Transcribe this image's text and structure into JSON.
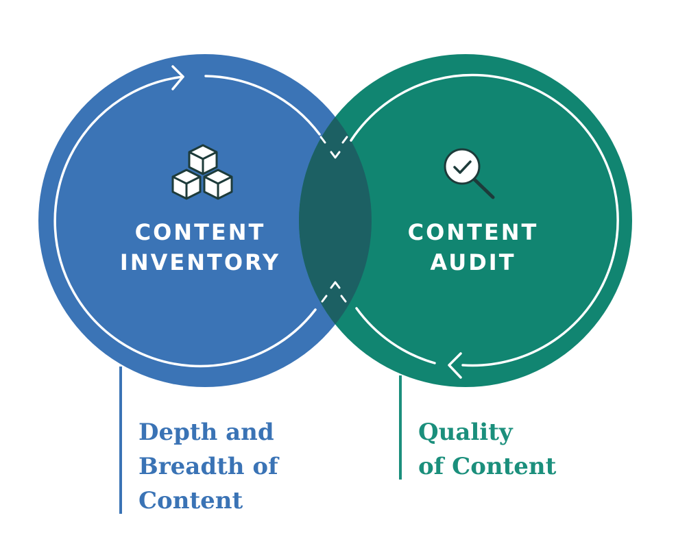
{
  "colors": {
    "inventory": "#3b74b6",
    "audit": "#118571",
    "overlap": "#1c6063",
    "caption_blue": "#3a73b5",
    "caption_green": "#1b8f7c",
    "ring": "#ffffff",
    "icon_stroke": "#1d3b3a"
  },
  "inventory": {
    "title_lines": [
      "CONTENT",
      "INVENTORY"
    ],
    "icon": "cubes-icon",
    "caption_lines": [
      "Depth and",
      "Breadth of",
      "Content"
    ]
  },
  "audit": {
    "title_lines": [
      "CONTENT",
      "AUDIT"
    ],
    "icon": "magnifier-check-icon",
    "caption_lines": [
      "Quality",
      "of Content"
    ]
  }
}
